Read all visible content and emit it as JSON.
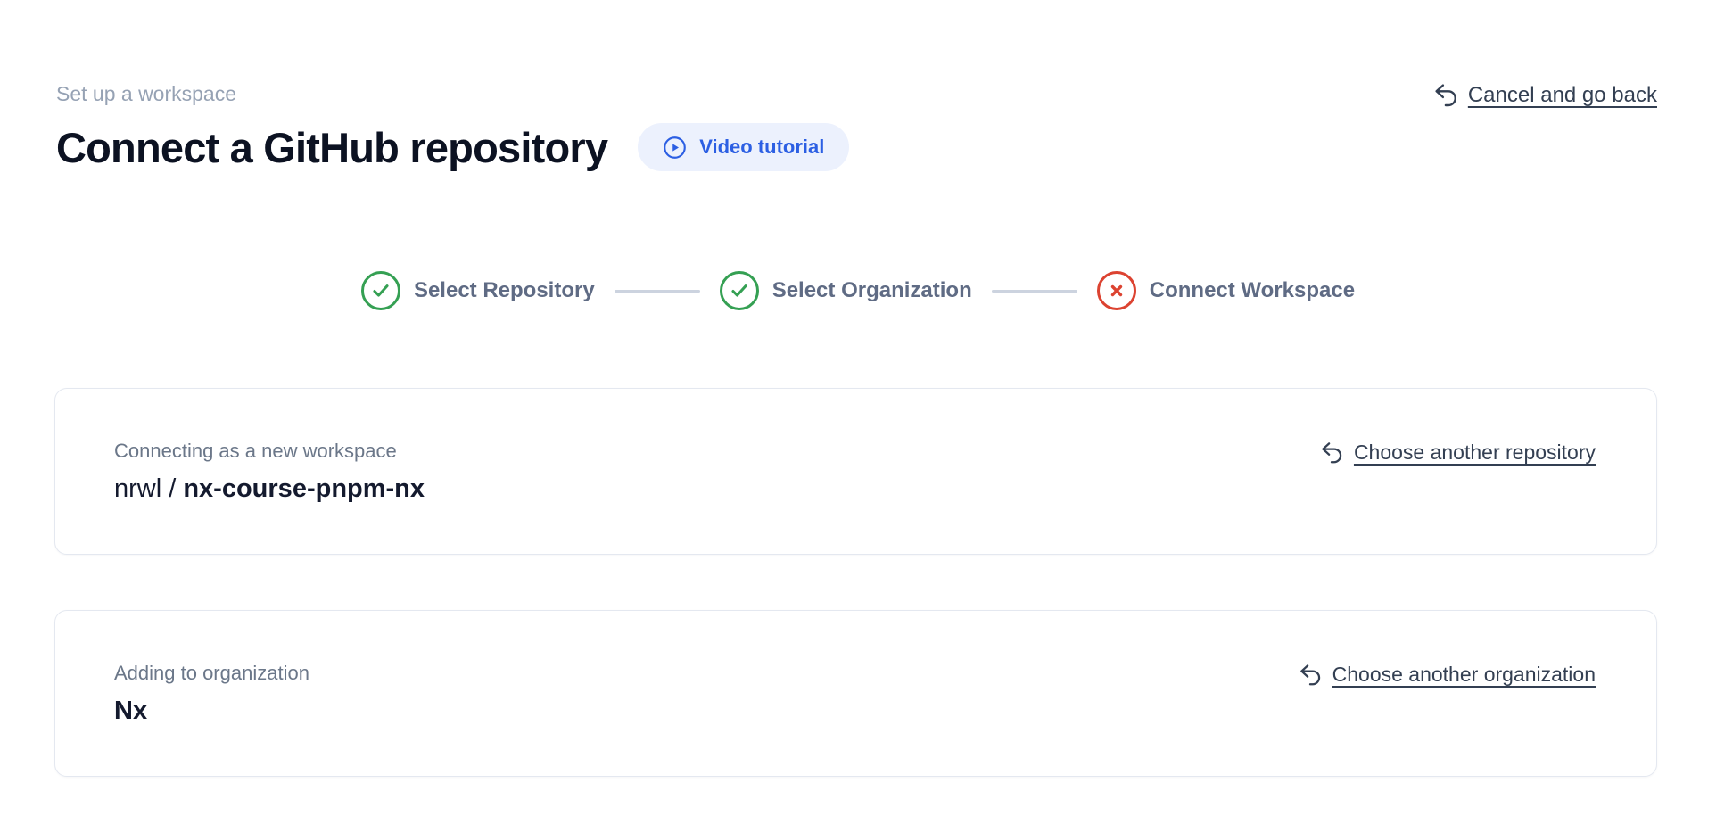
{
  "page": {
    "eyebrow": "Set up a workspace",
    "title": "Connect a GitHub repository"
  },
  "header": {
    "video_button_label": "Video tutorial",
    "cancel_link_label": "Cancel and go back"
  },
  "stepper": {
    "steps": [
      {
        "label": "Select Repository",
        "status": "complete"
      },
      {
        "label": "Select Organization",
        "status": "complete"
      },
      {
        "label": "Connect Workspace",
        "status": "error"
      }
    ]
  },
  "cards": {
    "repository": {
      "label": "Connecting as a new workspace",
      "value_prefix": "nrwl / ",
      "value_main": "nx-course-pnpm-nx",
      "action_label": "Choose another repository"
    },
    "organization": {
      "label": "Adding to organization",
      "value_prefix": "",
      "value_main": "Nx",
      "action_label": "Choose another organization"
    }
  },
  "colors": {
    "accent_blue": "#2c5fe3",
    "pill_background": "#ecf1fd",
    "success_green": "#35a053",
    "error_red": "#dc4331",
    "heading_text": "#0c1222",
    "muted_text": "#96a2b4",
    "step_label_text": "#5f6b84",
    "link_text": "#333f52",
    "card_border": "#e4e8f0"
  }
}
